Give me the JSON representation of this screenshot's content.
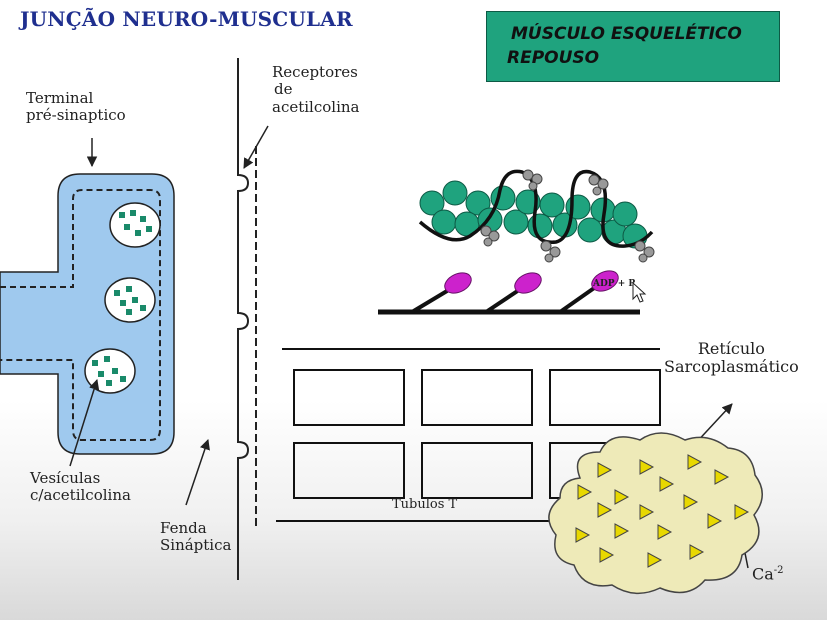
{
  "title": "JUNÇÃO NEURO-MUSCULAR",
  "state_box": {
    "line1": "MÚSCULO ESQUELÉTICO",
    "line2": "REPOUSO"
  },
  "labels": {
    "terminal": [
      "Terminal",
      "pré-sinaptico"
    ],
    "receptores": [
      "Receptores",
      "de",
      "acetilcolina"
    ],
    "vesiculas": [
      "Vesículas",
      "c/acetilcolina"
    ],
    "fenda": [
      "Fenda",
      "Sináptica"
    ],
    "reticulo": [
      "Retículo",
      "Sarcoplasmático"
    ],
    "tubulos": "Tubulos T",
    "ca": "Ca",
    "ca_sup": "-2",
    "adp": "ADP + P"
  },
  "colors": {
    "title": "#1f2f8f",
    "state_box": "#1fa37e",
    "terminal_fill": "#9fc9ee",
    "vesicle_dot": "#1a8a6a",
    "actin": "#1fa37e",
    "myosin_head": "#cc22cc",
    "reticulum_fill": "#eeeab8",
    "calcium": "#e8d800"
  },
  "icons": [
    "mouse-cursor-icon"
  ]
}
